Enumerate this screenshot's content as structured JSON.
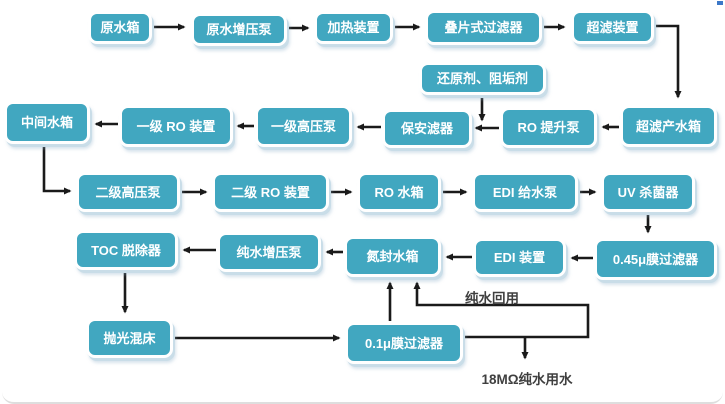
{
  "diagram": {
    "type": "process-flow",
    "nodes": [
      {
        "id": "raw-water-tank",
        "label": "原水箱"
      },
      {
        "id": "raw-booster-pump",
        "label": "原水增压泵"
      },
      {
        "id": "heater-unit",
        "label": "加热装置"
      },
      {
        "id": "disc-filter",
        "label": "叠片式过滤器"
      },
      {
        "id": "uf-unit",
        "label": "超滤装置"
      },
      {
        "id": "chemical-dosing",
        "label": "还原剂、阻垢剂"
      },
      {
        "id": "uf-product-tank",
        "label": "超滤产水箱"
      },
      {
        "id": "ro-lift-pump",
        "label": "RO 提升泵"
      },
      {
        "id": "security-filter",
        "label": "保安滤器"
      },
      {
        "id": "stage1-hp-pump",
        "label": "一级高压泵"
      },
      {
        "id": "stage1-ro-unit",
        "label": "一级 RO 装置"
      },
      {
        "id": "middle-tank",
        "label": "中间水箱"
      },
      {
        "id": "stage2-hp-pump",
        "label": "二级高压泵"
      },
      {
        "id": "stage2-ro-unit",
        "label": "二级 RO 装置"
      },
      {
        "id": "ro-tank",
        "label": "RO 水箱"
      },
      {
        "id": "edi-feed-pump",
        "label": "EDI 给水泵"
      },
      {
        "id": "uv-sterilizer",
        "label": "UV 杀菌器"
      },
      {
        "id": "membrane-filter-045",
        "label": "0.45μ膜过滤器"
      },
      {
        "id": "edi-unit",
        "label": "EDI 装置"
      },
      {
        "id": "nitrogen-seal-tank",
        "label": "氮封水箱"
      },
      {
        "id": "pure-booster-pump",
        "label": "纯水增压泵"
      },
      {
        "id": "toc-remover",
        "label": "TOC 脱除器"
      },
      {
        "id": "polishing-mixed-bed",
        "label": "抛光混床"
      },
      {
        "id": "membrane-filter-01",
        "label": "0.1μ膜过滤器"
      }
    ],
    "annotations": {
      "recycle": "纯水回用",
      "use_point": "18MΩ纯水用水"
    },
    "colors": {
      "box_fill": "#41a7c0",
      "box_border": "#ffffff",
      "box_shadow": "#c9dde8",
      "box_text": "#ffffff",
      "arrow": "#1a1a1a",
      "annotation_text": "#3f3f3f"
    }
  }
}
